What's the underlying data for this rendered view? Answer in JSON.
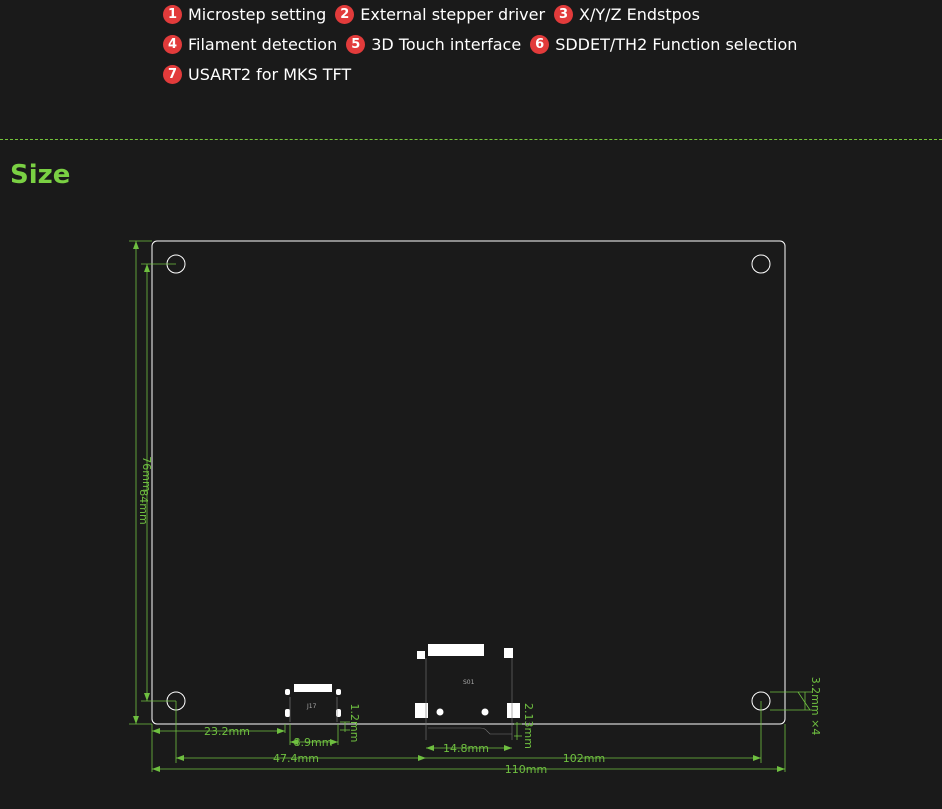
{
  "legend": {
    "rows": [
      [
        {
          "num": "1",
          "label": "Microstep setting"
        },
        {
          "num": "2",
          "label": "External stepper driver"
        },
        {
          "num": "3",
          "label": "X/Y/Z Endstpos"
        }
      ],
      [
        {
          "num": "4",
          "label": "Filament detection"
        },
        {
          "num": "5",
          "label": "3D Touch interface"
        },
        {
          "num": "6",
          "label": "SDDET/TH2 Function selection"
        }
      ],
      [
        {
          "num": "7",
          "label": "USART2 for MKS TFT"
        }
      ]
    ]
  },
  "section": {
    "title": "Size"
  },
  "diagram": {
    "dimensions": {
      "height_outer": "84mm",
      "height_holes": "76mm",
      "width_outer": "110mm",
      "hole_to_j17": "47.4mm",
      "edge_to_j17": "23.2mm",
      "j17_width": "8.9mm",
      "j17_offset": "1.2mm",
      "s01_width": "14.8mm",
      "s01_offset": "2.13mm",
      "right_to_s01": "102mm",
      "hole_diameter": "3.2mm ×4"
    },
    "refs": {
      "j17": "J17",
      "s01": "S01"
    },
    "colors": {
      "dimension": "#6fc040",
      "outline": "#ffffff",
      "accent": "#e23b3b"
    }
  }
}
